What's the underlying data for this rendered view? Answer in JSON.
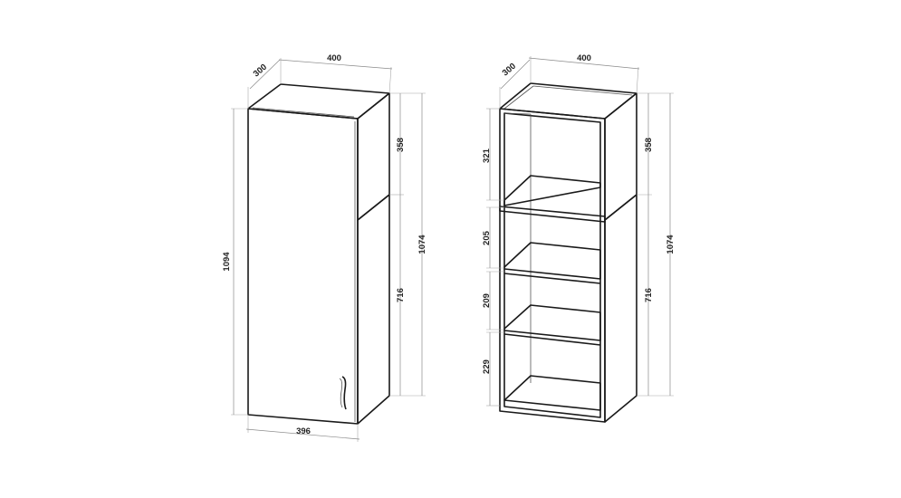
{
  "closed_cabinet": {
    "width_top": "400",
    "depth": "300",
    "height_total": "1094",
    "height_upper": "358",
    "height_lower": "716",
    "height_body": "1074",
    "width_bottom": "396"
  },
  "open_cabinet": {
    "width_top": "400",
    "depth": "300",
    "height_upper": "358",
    "height_lower": "716",
    "height_body": "1074",
    "shelf_1": "321",
    "shelf_2": "205",
    "shelf_3": "209",
    "shelf_4": "229"
  }
}
